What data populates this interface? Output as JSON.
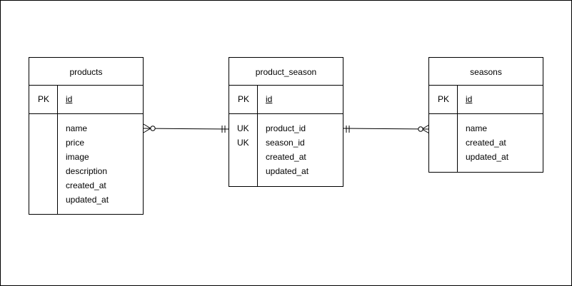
{
  "entities": {
    "products": {
      "title": "products",
      "pk_label": "PK",
      "pk_field": "id",
      "fields": [
        "name",
        "price",
        "image",
        "description",
        "created_at",
        "updated_at"
      ],
      "keys": []
    },
    "product_season": {
      "title": "product_season",
      "pk_label": "PK",
      "pk_field": "id",
      "fields": [
        "product_id",
        "season_id",
        "created_at",
        "updated_at"
      ],
      "keys": [
        "UK",
        "UK"
      ]
    },
    "seasons": {
      "title": "seasons",
      "pk_label": "PK",
      "pk_field": "id",
      "fields": [
        "name",
        "created_at",
        "updated_at"
      ],
      "keys": []
    }
  },
  "relations": [
    {
      "from": "products",
      "to": "product_season",
      "from_cardinality": "zero-or-many",
      "to_cardinality": "one-and-only-one"
    },
    {
      "from": "product_season",
      "to": "seasons",
      "from_cardinality": "one-and-only-one",
      "to_cardinality": "zero-or-many"
    }
  ],
  "colors": {
    "line": "#000000",
    "background": "#ffffff"
  }
}
